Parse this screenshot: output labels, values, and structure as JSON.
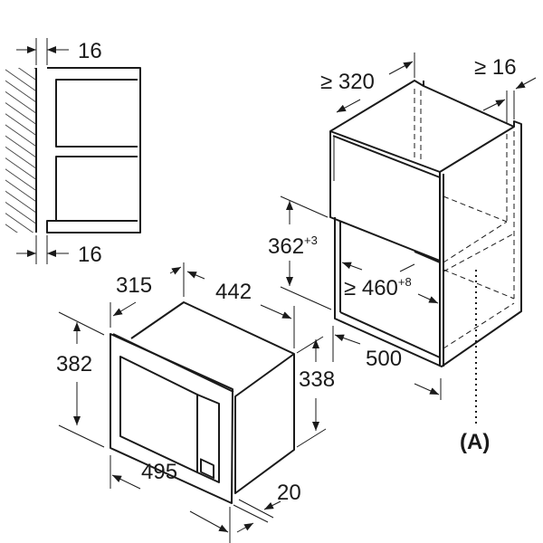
{
  "dimensions": {
    "wall_gap_top": "16",
    "wall_gap_bottom": "16",
    "cabinet_depth": "≥ 320",
    "side_gap": "≥ 16",
    "opening_height": "362",
    "opening_height_tol": "+3",
    "opening_width": "≥ 460",
    "opening_width_tol": "+8",
    "cabinet_width": "500",
    "appliance_depth": "315",
    "appliance_body_width": "442",
    "appliance_height": "382",
    "appliance_body_height": "338",
    "appliance_width": "495",
    "frame_depth": "20"
  },
  "annotation": {
    "marker": "(A)"
  }
}
